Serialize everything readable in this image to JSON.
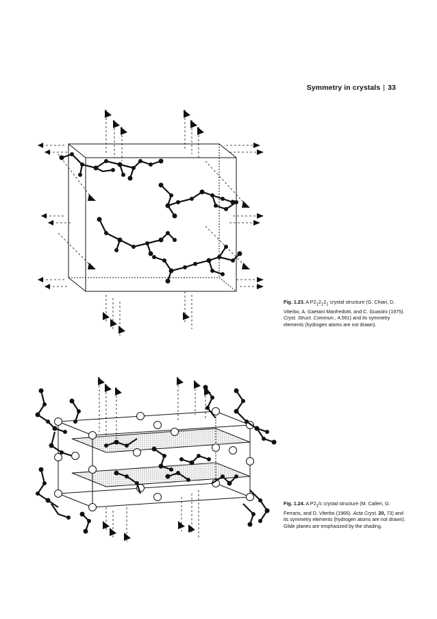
{
  "header": {
    "running_title": "Symmetry in crystals",
    "separator": "|",
    "page_number": "33"
  },
  "figures": [
    {
      "id": "fig-1-23",
      "label": "Fig. 1.23.",
      "caption_pre": "A P2",
      "caption_subs": [
        "1",
        "1",
        "1"
      ],
      "caption_mid": " crystal structure (G. Chiari, D. Viterbo, A. Gaetani Manfredotti, and C. Guastini (1975). ",
      "caption_journal": "Cryst. Struct. Commun.",
      "caption_post": ", 4,561) and its symmetry elements (hydrogen atoms are not drawn)."
    },
    {
      "id": "fig-1-24",
      "label": "Fig. 1.24.",
      "caption_pre": "A P2",
      "caption_sub": "1",
      "caption_mid": "/c crystal structure (M. Calleri, G. Ferraris, and D. Viterbo (1966). ",
      "caption_journal": "Acta Cryst.",
      "caption_vol": "20,",
      "caption_post": " 73) and its symmetry elements (hydrogen atoms are not drawn). Glide planes are emphasized by the shading."
    }
  ]
}
